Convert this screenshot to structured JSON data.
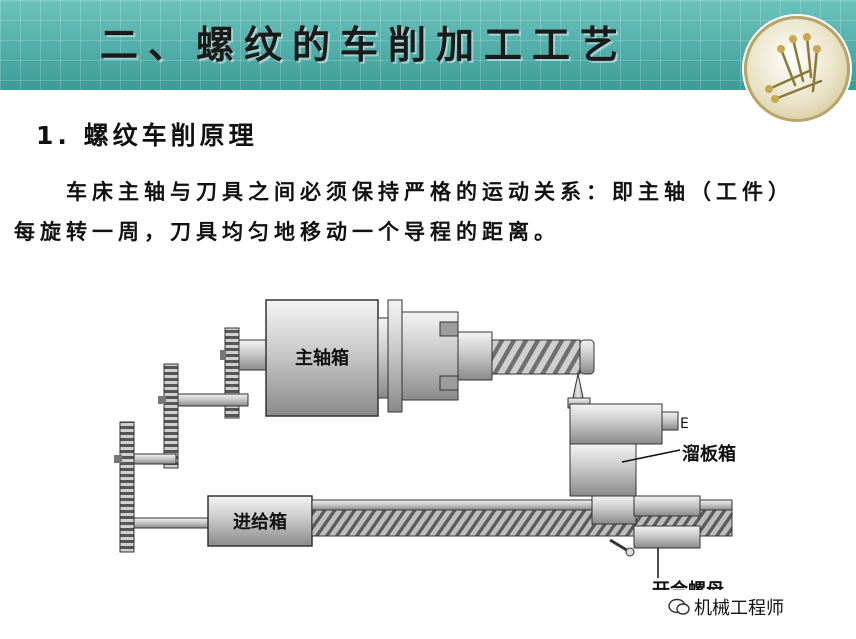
{
  "header": {
    "title": "二、螺纹的车削加工工艺"
  },
  "section": {
    "heading": "1. 螺纹车削原理"
  },
  "paragraph": {
    "text": "车床主轴与刀具之间必须保持严格的运动关系：即主轴（工件）每旋转一周，刀具均匀地移动一个导程的距离。"
  },
  "diagram": {
    "spindle_box_label": "主轴箱",
    "feed_box_label": "进给箱",
    "apron_label": "溜板箱",
    "half_nut_label": "开合螺母"
  },
  "watermark": {
    "text": "机械工程师"
  }
}
